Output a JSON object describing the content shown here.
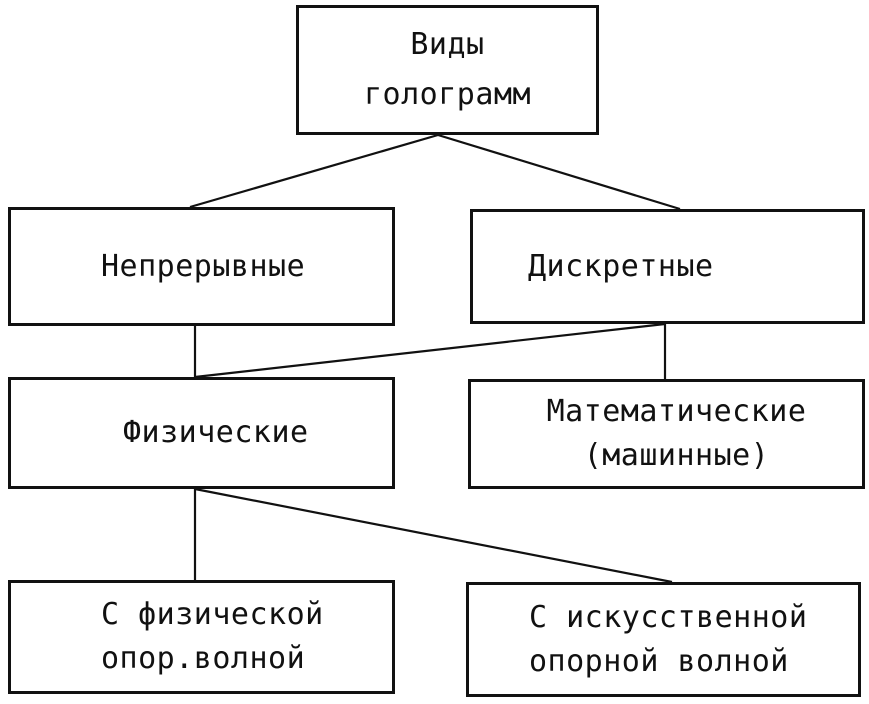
{
  "diagram": {
    "root": {
      "line1": "Виды",
      "line2": "голограмм"
    },
    "level1": {
      "continuous": "Непрерывные",
      "discrete": "Дискретные"
    },
    "level2": {
      "physical": "Физические",
      "mathematical_line1": "Математические",
      "mathematical_line2": "(машинные)"
    },
    "level3": {
      "physical_reference": {
        "line1": "С физической",
        "line2": "опор.волной"
      },
      "artificial_reference": {
        "line1": "С искусственной",
        "line2": "опорной волной"
      }
    }
  }
}
